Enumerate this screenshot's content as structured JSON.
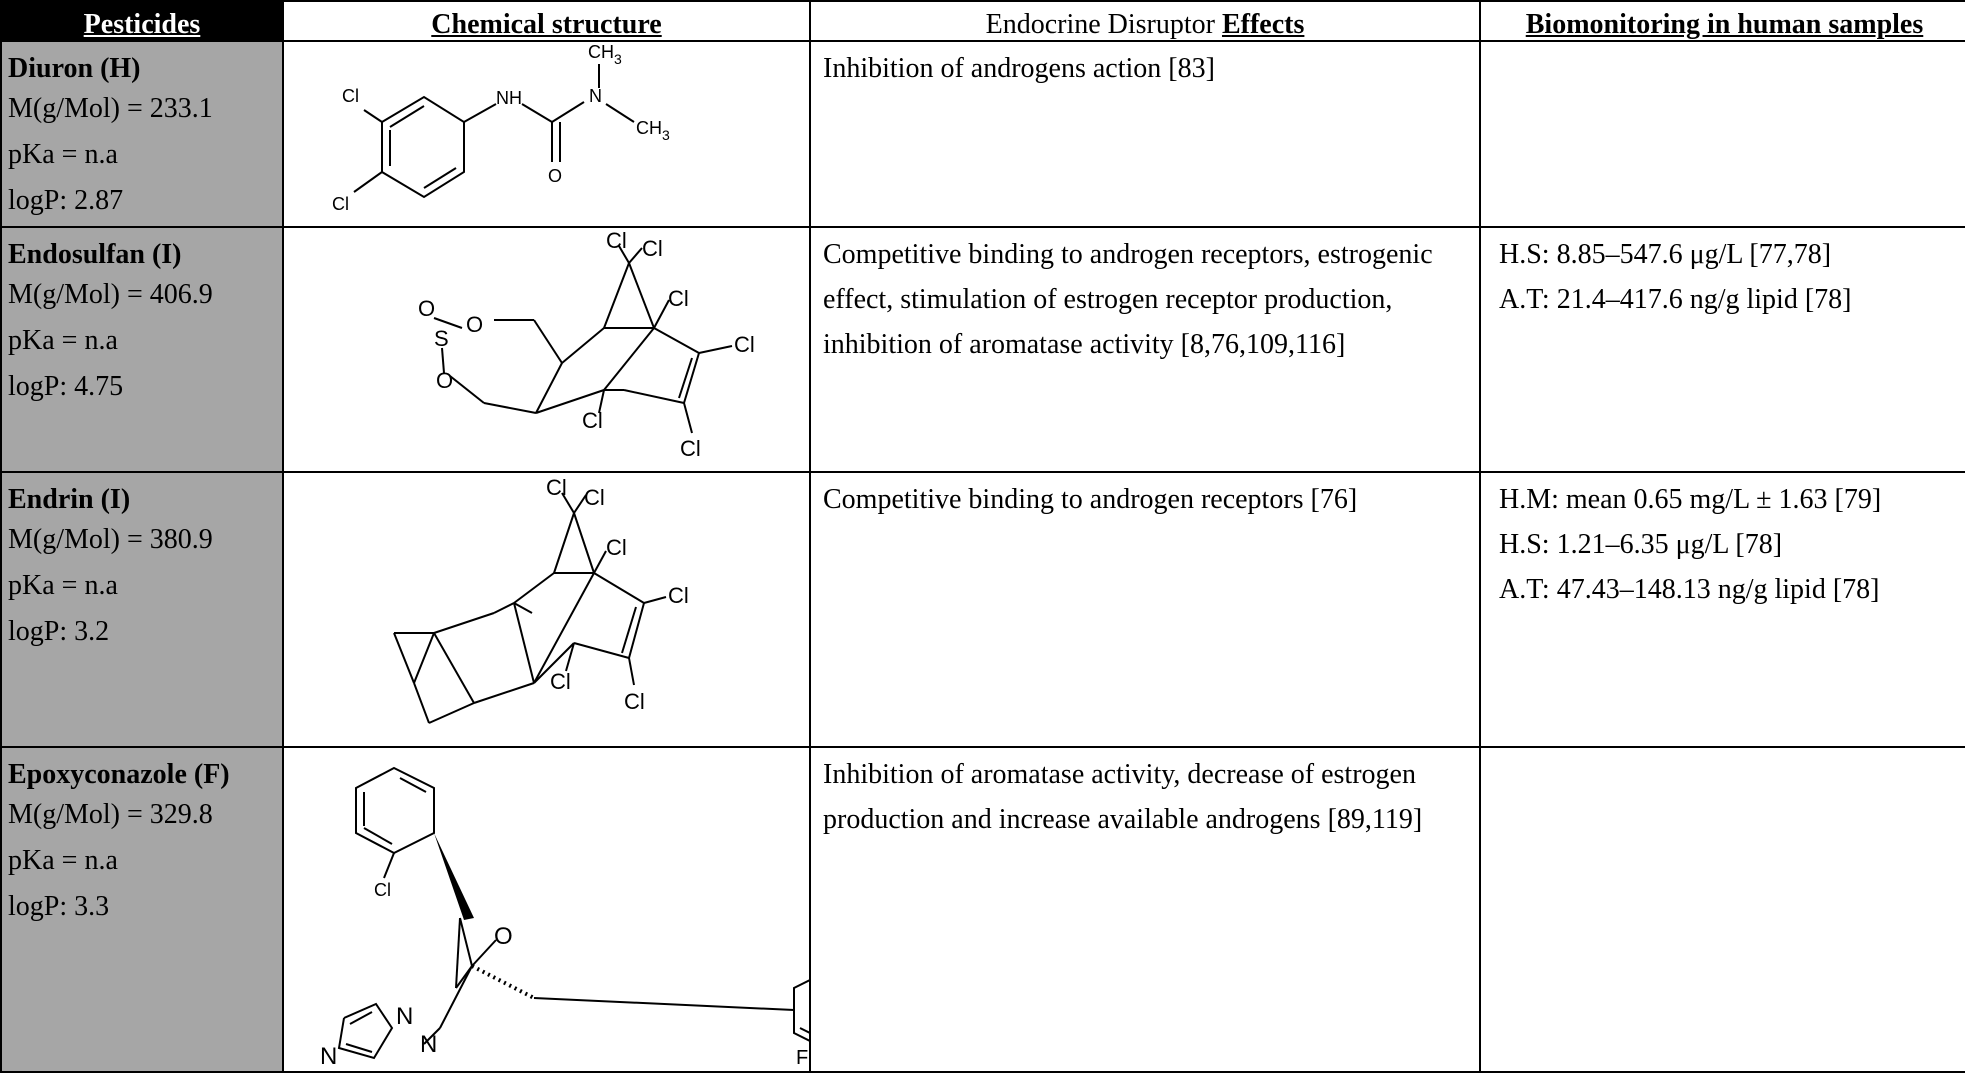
{
  "headers": {
    "pesticides": "Pesticides",
    "structure": "Chemical structure",
    "effects_prefix": "Endocrine Disruptor ",
    "effects_bold": "Effects",
    "biomonitoring": "Biomonitoring in human samples"
  },
  "rows": [
    {
      "name": "Diuron (H)",
      "mass": "M(g/Mol) = 233.1",
      "pka": "pKa = n.a",
      "logp": "logP: 2.87",
      "effects": "Inhibition of androgens action [83]",
      "bio": [],
      "atoms": [
        "CH3",
        "Cl",
        "NH",
        "N",
        "CH3",
        "O",
        "Cl"
      ]
    },
    {
      "name": "Endosulfan (I)",
      "mass": "M(g/Mol) = 406.9",
      "pka": "pKa = n.a",
      "logp": "logP: 4.75",
      "effects": "Competitive binding to androgen receptors, estrogenic effect, stimulation of estrogen receptor production, inhibition of aromatase activity [8,76,109,116]",
      "bio": [
        "H.S: 8.85–547.6 μg/L [77,78]",
        "A.T: 21.4–417.6 ng/g lipid [78]"
      ],
      "atoms": [
        "Cl",
        "Cl",
        "O",
        "O",
        "S",
        "Cl",
        "Cl",
        "O",
        "Cl",
        "Cl"
      ]
    },
    {
      "name": "Endrin (I)",
      "mass": "M(g/Mol) = 380.9",
      "pka": "pKa = n.a",
      "logp": "logP: 3.2",
      "effects": "Competitive binding to androgen receptors [76]",
      "bio": [
        "H.M: mean 0.65 mg/L ± 1.63 [79]",
        "H.S: 1.21–6.35 μg/L [78]",
        "A.T: 47.43–148.13 ng/g lipid [78]"
      ],
      "atoms": [
        "Cl",
        "Cl",
        "Cl",
        "Cl",
        "Cl",
        "Cl"
      ]
    },
    {
      "name": "Epoxyconazole (F)",
      "mass": "M(g/Mol) = 329.8",
      "pka": "pKa = n.a",
      "logp": "logP: 3.3",
      "effects": "Inhibition of aromatase activity, decrease of estrogen production and increase available androgens [89,119]",
      "bio": [],
      "atoms": [
        "Cl",
        "O",
        "N",
        "N",
        "N",
        "F"
      ]
    }
  ]
}
